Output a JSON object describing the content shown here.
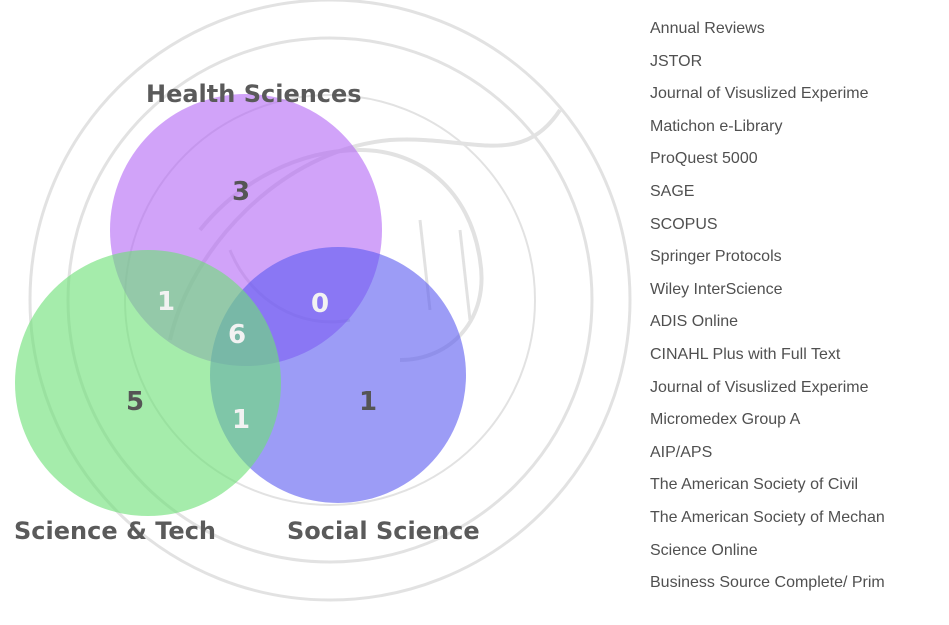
{
  "colors": {
    "health": "#b266f5",
    "social": "#5a5af0",
    "scitech": "#6ee078",
    "label_text": "#5a5a5a",
    "count_dark": "#555555",
    "count_light": "#f2f2f2",
    "list_text": "#505050",
    "watermark": "#d9d9d9"
  },
  "venn": {
    "sets": {
      "health": "Health Sciences",
      "scitech": "Science & Tech",
      "social": "Social Science"
    },
    "regions": {
      "health_only": "3",
      "health_scitech": "1",
      "health_social": "0",
      "all_three": "6",
      "scitech_only": "5",
      "scitech_social": "1",
      "social_only": "1"
    }
  },
  "databases": [
    "Annual Reviews",
    "JSTOR",
    "Journal of Visuslized Experime",
    "Matichon e-Library",
    "ProQuest 5000",
    "SAGE",
    "SCOPUS",
    "Springer Protocols",
    "Wiley InterScience",
    "ADIS Online",
    "CINAHL Plus with Full Text",
    "Journal of Visuslized Experime",
    "Micromedex Group A",
    "AIP/APS",
    "The American Society of Civil",
    "The American Society of Mechan",
    "Science Online",
    "Business Source Complete/ Prim"
  ]
}
